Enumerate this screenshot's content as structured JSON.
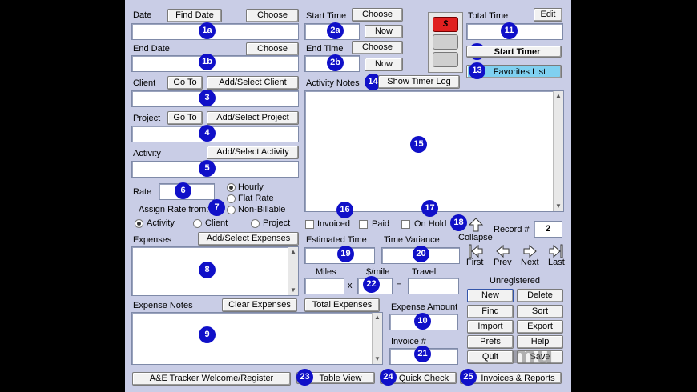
{
  "date": {
    "label": "Date",
    "find_btn": "Find Date",
    "choose_btn": "Choose",
    "badge": "1a"
  },
  "end_date": {
    "label": "End Date",
    "choose_btn": "Choose",
    "badge": "1b"
  },
  "client": {
    "label": "Client",
    "goto_btn": "Go To",
    "add_btn": "Add/Select Client",
    "badge": "3"
  },
  "project": {
    "label": "Project",
    "goto_btn": "Go To",
    "add_btn": "Add/Select Project",
    "badge": "4"
  },
  "activity": {
    "label": "Activity",
    "add_btn": "Add/Select Activity",
    "badge": "5"
  },
  "rate": {
    "label": "Rate",
    "badge": "6",
    "options": [
      "Hourly",
      "Flat Rate",
      "Non-Billable"
    ],
    "selected": "Hourly"
  },
  "assign_rate": {
    "label": "Assign Rate from:",
    "badge": "7",
    "options": [
      "Activity",
      "Client",
      "Project"
    ],
    "selected": "Activity"
  },
  "expenses": {
    "label": "Expenses",
    "add_btn": "Add/Select Expenses",
    "badge": "8"
  },
  "expense_notes": {
    "label": "Expense Notes",
    "clear_btn": "Clear Expenses",
    "total_btn": "Total Expenses",
    "badge": "9"
  },
  "start_time": {
    "label": "Start Time",
    "choose_btn": "Choose",
    "now_btn": "Now",
    "badge": "2a"
  },
  "end_time": {
    "label": "End Time",
    "choose_btn": "Choose",
    "now_btn": "Now",
    "badge": "2b"
  },
  "timer_lights": {
    "top_symbol": "$"
  },
  "total_time": {
    "label": "Total Time",
    "edit_btn": "Edit",
    "badge": "11"
  },
  "start_timer": {
    "label": "Start Timer",
    "badge": "12"
  },
  "favorites": {
    "label": "Favorites List",
    "badge": "13"
  },
  "activity_notes": {
    "label": "Activity Notes",
    "timer_log_btn": "Show Timer Log",
    "badge_log": "14",
    "badge": "15"
  },
  "status": {
    "badge_16": "16",
    "badge_17": "17",
    "invoiced": "Invoiced",
    "paid": "Paid",
    "on_hold": "On Hold"
  },
  "record": {
    "badge": "18",
    "collapse": "Collapse",
    "label": "Record #",
    "value": "2"
  },
  "nav": {
    "first": "First",
    "prev": "Prev",
    "next": "Next",
    "last": "Last"
  },
  "estimated_time": {
    "label": "Estimated Time",
    "badge": "19"
  },
  "time_variance": {
    "label": "Time Variance",
    "badge": "20"
  },
  "mileage": {
    "miles": "Miles",
    "per_mile": "$/mile",
    "travel": "Travel",
    "times": "x",
    "equals": "=",
    "badge": "22"
  },
  "expense_amount": {
    "label": "Expense Amount",
    "badge": "10"
  },
  "invoice": {
    "label": "Invoice #",
    "badge": "21"
  },
  "registration": {
    "status": "Unregistered"
  },
  "actions": {
    "new": "New",
    "delete": "Delete",
    "find": "Find",
    "sort": "Sort",
    "import": "Import",
    "export": "Export",
    "prefs": "Prefs",
    "help": "Help",
    "quit": "Quit",
    "save": "Save"
  },
  "bottom": {
    "welcome_btn": "A&E Tracker Welcome/Register",
    "table_btn": "Table View",
    "table_badge": "23",
    "quick_btn": "Quick Check",
    "quick_badge": "24",
    "invoices_btn": "Invoices & Reports",
    "invoices_badge": "25"
  },
  "watermark": "mu"
}
